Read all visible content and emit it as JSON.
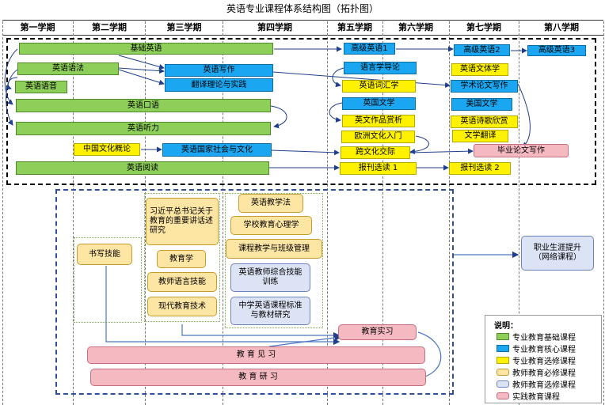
{
  "title": "英语专业课程体系结构图（拓扑图）",
  "semesters": [
    "第一学期",
    "第二学期",
    "第三学期",
    "第四学期",
    "第五学期",
    "第六学期",
    "第七学期",
    "第八学期"
  ],
  "courses": {
    "jichu_yingyu": "基础英语",
    "yingyu_yufa": "英语语法",
    "yingyu_yuyin": "英语语音",
    "yingyu_kouyu": "英语口语",
    "yingyu_tingli": "英语听力",
    "zhongguo_wenhua": "中国文化概论",
    "yingyu_yuedu": "英语阅读",
    "yingyu_xiezuo": "英语写作",
    "fanyi": "翻译理论与实践",
    "guojia_shehui": "英语国家社会与文化",
    "gaoji_1": "高级英语1",
    "gaoji_2": "高级英语2",
    "gaoji_3": "高级英语3",
    "yuyanxue": "语言学导论",
    "cihuixue": "英语词汇学",
    "yingguo_wenxue": "英国文学",
    "zuopin_shangxi": "英文作品赏析",
    "ouzhou_wenhua": "欧洲文化入门",
    "kuawenhua": "跨文化交际",
    "baokan_1": "报刊选读 1",
    "wenti_xue": "英语文体学",
    "xueshu_lunwen": "学术论文写作",
    "meiguo_wenxue": "美国文学",
    "shige_xinshang": "英语诗歌欣赏",
    "wenxue_fanyi": "文学翻译",
    "biye_lunwen": "毕业论文写作",
    "baokan_2": "报刊选读 2",
    "xijinping": "习近平总书记关于教育的重要讲话述研究",
    "jiaoyuxue": "教育学",
    "yuyan_jineng": "教师语言技能",
    "xiandai_jishu": "现代教育技术",
    "shuxie_jineng": "书写技能",
    "jiaoxuefa": "英语教学法",
    "xinlixue": "学校教育心理学",
    "ketang_guanli": "课程教学与班级管理",
    "zonghe_jineng": "英语教师综合技能训练",
    "kecheng_biaozhun": "中学英语课程标准与教材研究",
    "jiaoyu_shixi": "教育实习",
    "jiaoyu_jianxi": "教 育 见 习",
    "jiaoyu_yanxi": "教 育 研 习",
    "zhiye_tisheng": "职业生涯提升（网络课程）"
  },
  "legend": {
    "title": "说明：",
    "items": [
      {
        "label": "专业教育基础课程",
        "color": "#8ecf5a"
      },
      {
        "label": "专业教育核心课程",
        "color": "#1aa6f0"
      },
      {
        "label": "专业教育选修课程",
        "color": "#fff200"
      },
      {
        "label": "教师教育必修课程",
        "color": "#fde5a3"
      },
      {
        "label": "教师教育选修课程",
        "color": "#dbe3f4"
      },
      {
        "label": "实践教育课程",
        "color": "#f5b9c2"
      }
    ]
  },
  "colors": {
    "arrow": "#4a76c4",
    "frame_top": "#000000",
    "frame_bottom": "#2f4f9a"
  }
}
